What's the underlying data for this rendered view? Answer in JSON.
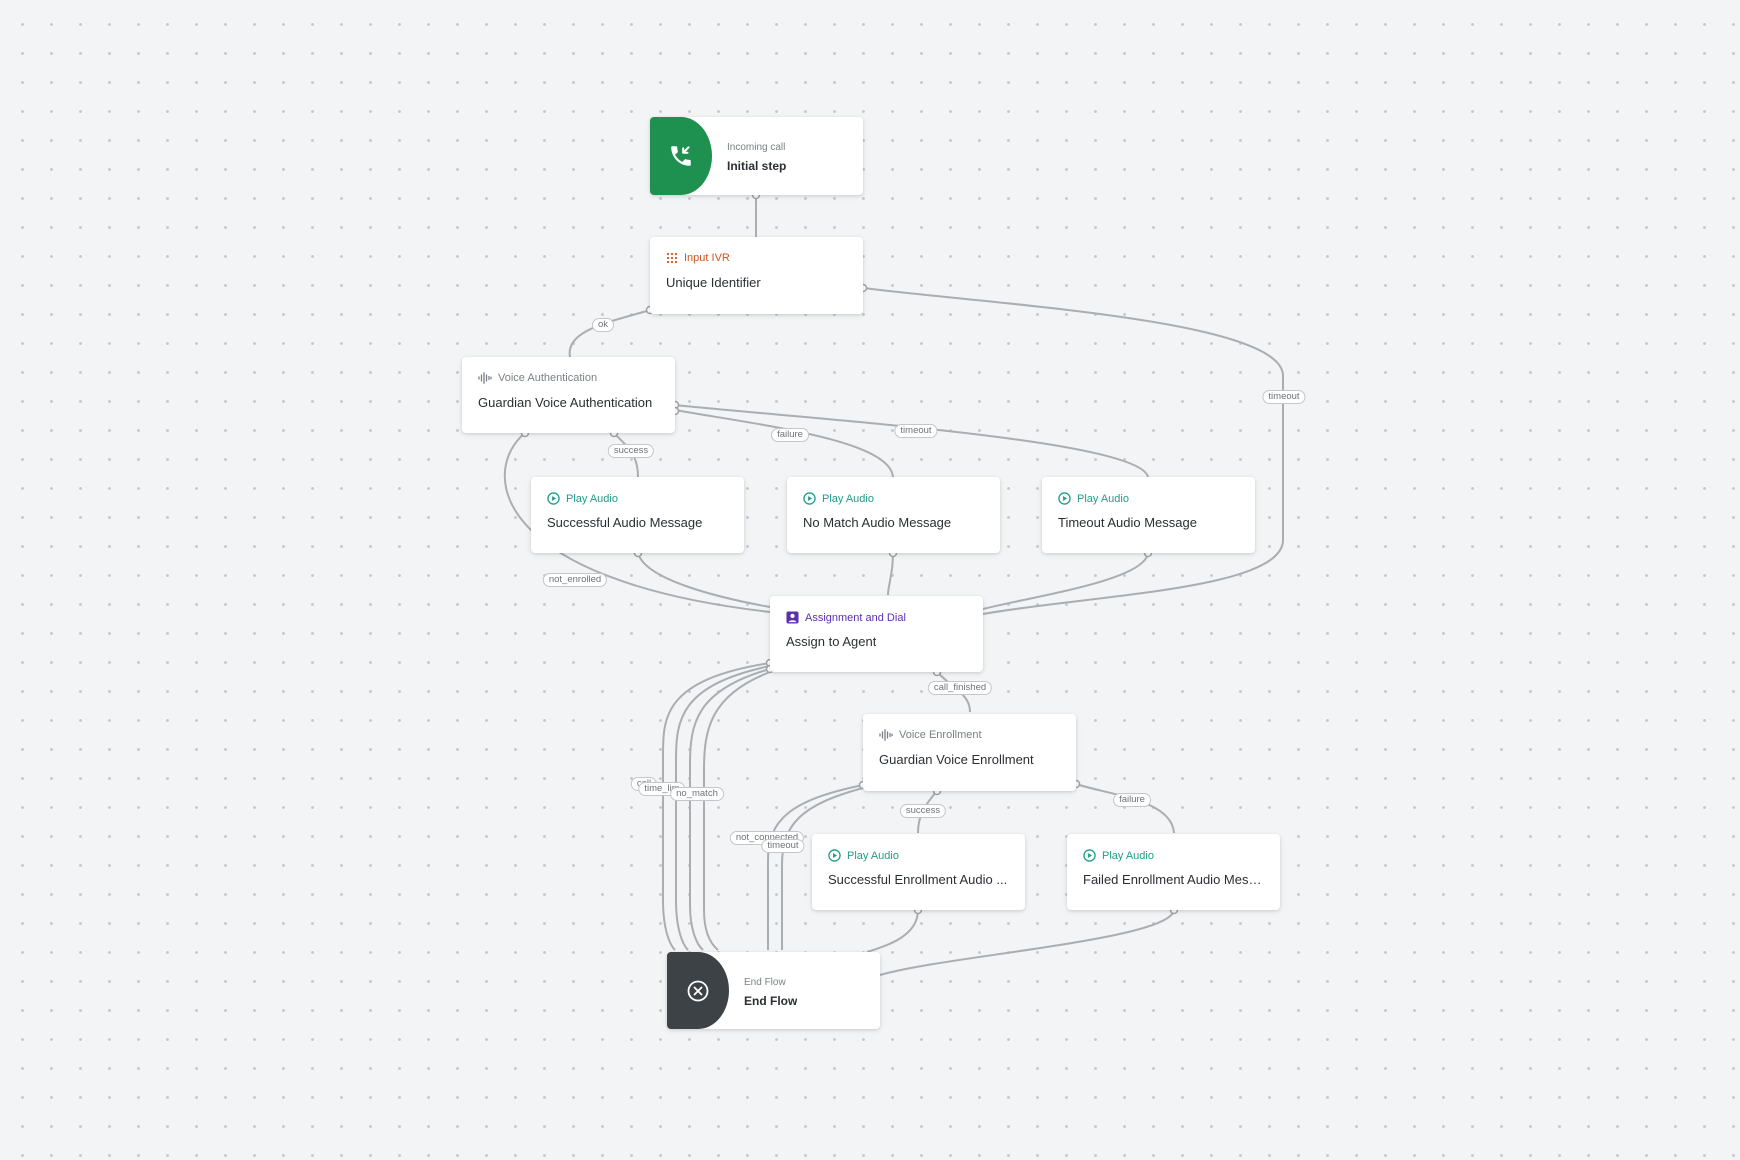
{
  "nodes": {
    "incoming_call": {
      "type_label": "Incoming call",
      "title": "Initial step",
      "icon": "phone-incoming-icon",
      "color": "#1e9151"
    },
    "input_ivr": {
      "type_label": "Input IVR",
      "title": "Unique Identifier",
      "icon": "keypad-icon"
    },
    "voice_auth": {
      "type_label": "Voice Authentication",
      "title": "Guardian Voice Authentication",
      "icon": "voice-wave-icon"
    },
    "play_success": {
      "type_label": "Play Audio",
      "title": "Successful Audio Message",
      "icon": "play-circle-icon"
    },
    "play_nomatch": {
      "type_label": "Play Audio",
      "title": "No Match Audio Message",
      "icon": "play-circle-icon"
    },
    "play_timeout": {
      "type_label": "Play Audio",
      "title": "Timeout Audio Message",
      "icon": "play-circle-icon"
    },
    "assign_dial": {
      "type_label": "Assignment and Dial",
      "title": "Assign to Agent",
      "icon": "agent-icon"
    },
    "voice_enroll": {
      "type_label": "Voice Enrollment",
      "title": "Guardian Voice Enrollment",
      "icon": "voice-wave-icon"
    },
    "play_enroll_success": {
      "type_label": "Play Audio",
      "title": "Successful Enrollment Audio ...",
      "icon": "play-circle-icon"
    },
    "play_enroll_failed": {
      "type_label": "Play Audio",
      "title": "Failed Enrollment Audio Mess...",
      "icon": "play-circle-icon"
    },
    "end_flow": {
      "type_label": "End Flow",
      "title": "End Flow",
      "icon": "close-circle-icon",
      "color": "#3d4247"
    }
  },
  "edge_labels": {
    "ok": "ok",
    "ivr_timeout": "timeout",
    "auth_success": "success",
    "auth_failure": "failure",
    "auth_timeout": "timeout",
    "auth_not_enrolled": "not_enrolled",
    "call_finished": "call_finished",
    "enroll_success": "success",
    "enroll_failure": "failure",
    "call": "call",
    "time_limit": "time_lim",
    "no_match": "no_match",
    "not_connected": "not_connected",
    "enroll_timeout": "timeout"
  },
  "colors": {
    "teal": "#1f9e8a",
    "orange": "#d2541b",
    "purple": "#5b2fb0",
    "edge": "#a9aeb3"
  }
}
